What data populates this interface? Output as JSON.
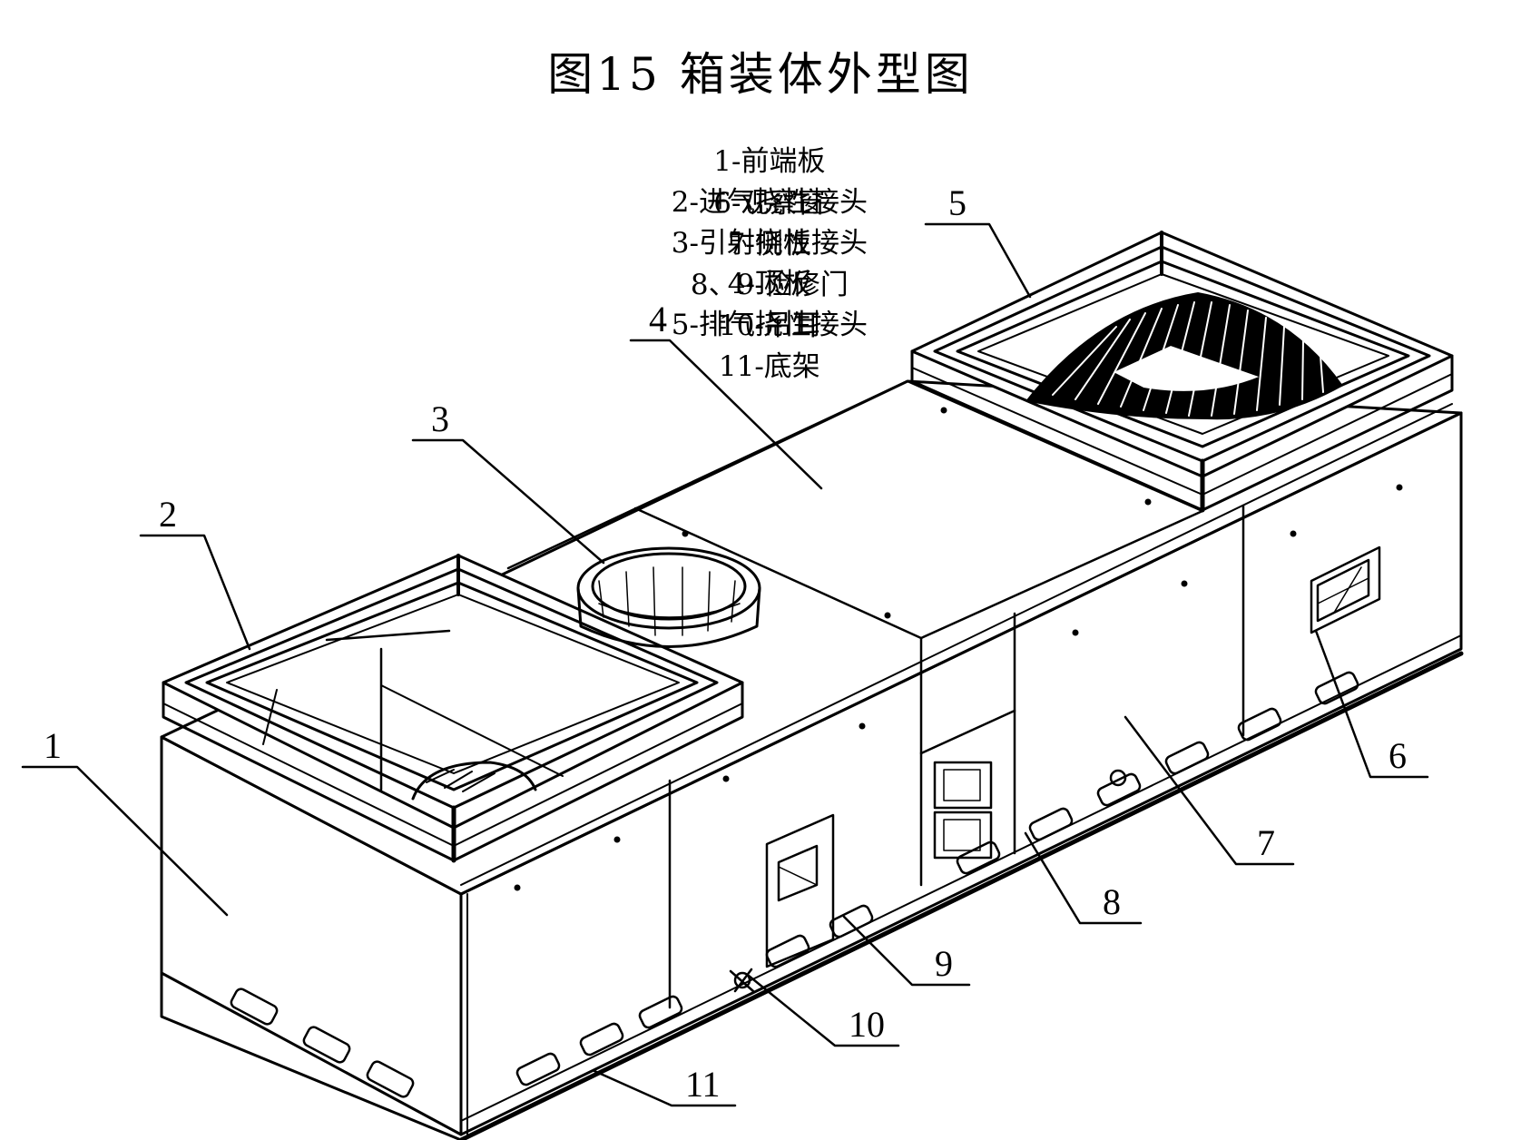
{
  "figure": {
    "title": "图15  箱装体外型图",
    "legend_rows": [
      [
        {
          "num": "1",
          "label": "1-前端板"
        },
        {
          "num": "2",
          "label": "2-进气挠性接头"
        },
        {
          "num": "3",
          "label": "3-引射挠性接头"
        },
        {
          "num": "4",
          "label": "4-顶板"
        },
        {
          "num": "5",
          "label": "5-排气挠性接头"
        }
      ],
      [
        {
          "num": "6",
          "label": "6-观察窗"
        },
        {
          "num": "7",
          "label": "7-侧板"
        },
        {
          "num": "8,9",
          "label": "8、9-检修门"
        },
        {
          "num": "10",
          "label": "10-吊耳"
        },
        {
          "num": "11",
          "label": "11-底架"
        }
      ]
    ],
    "callouts": [
      "1",
      "2",
      "3",
      "4",
      "5",
      "6",
      "7",
      "8",
      "9",
      "10",
      "11"
    ],
    "line_color": "#000000",
    "background": "#ffffff"
  }
}
